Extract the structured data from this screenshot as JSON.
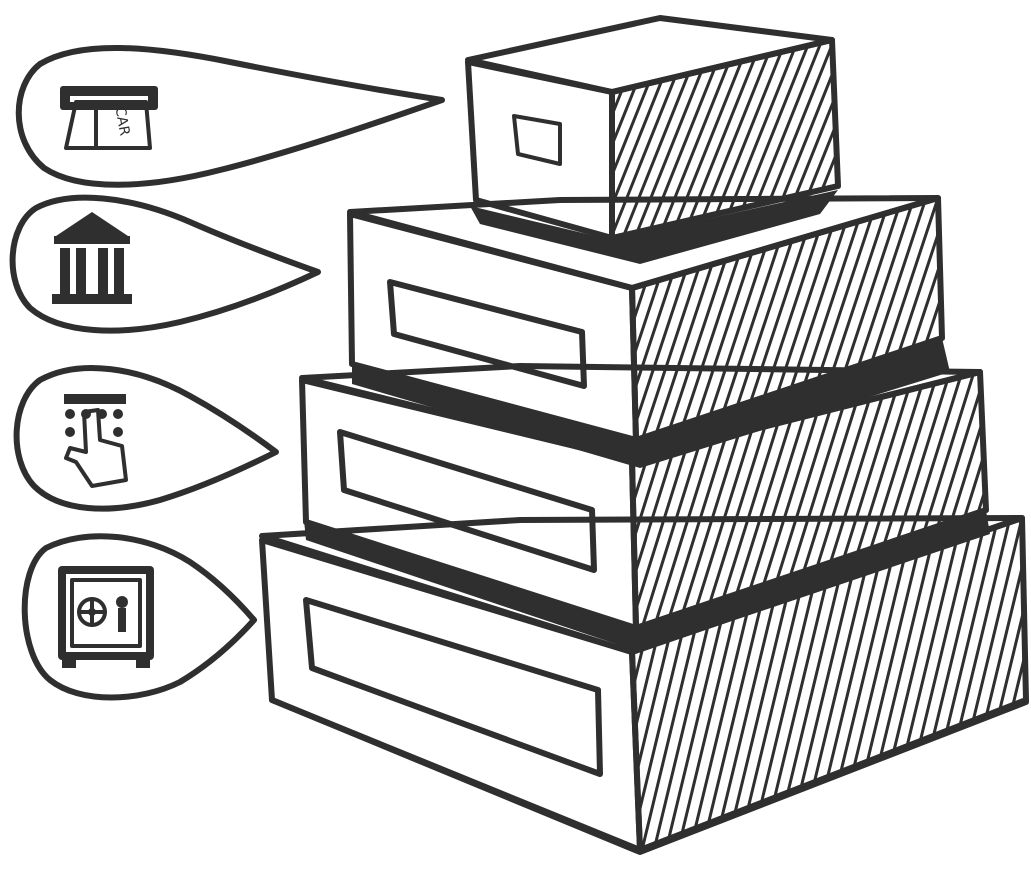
{
  "colors": {
    "ink": "#2f2f2f",
    "paper": "#ffffff"
  },
  "callouts": [
    {
      "icon": "atm-card-icon",
      "card_text": "CAR"
    },
    {
      "icon": "bank-building-icon"
    },
    {
      "icon": "keypad-finger-icon"
    },
    {
      "icon": "safe-vault-icon"
    }
  ],
  "boxes": [
    {
      "name": "box-tier-1-top"
    },
    {
      "name": "box-tier-2"
    },
    {
      "name": "box-tier-3"
    },
    {
      "name": "box-tier-4-bottom"
    }
  ]
}
